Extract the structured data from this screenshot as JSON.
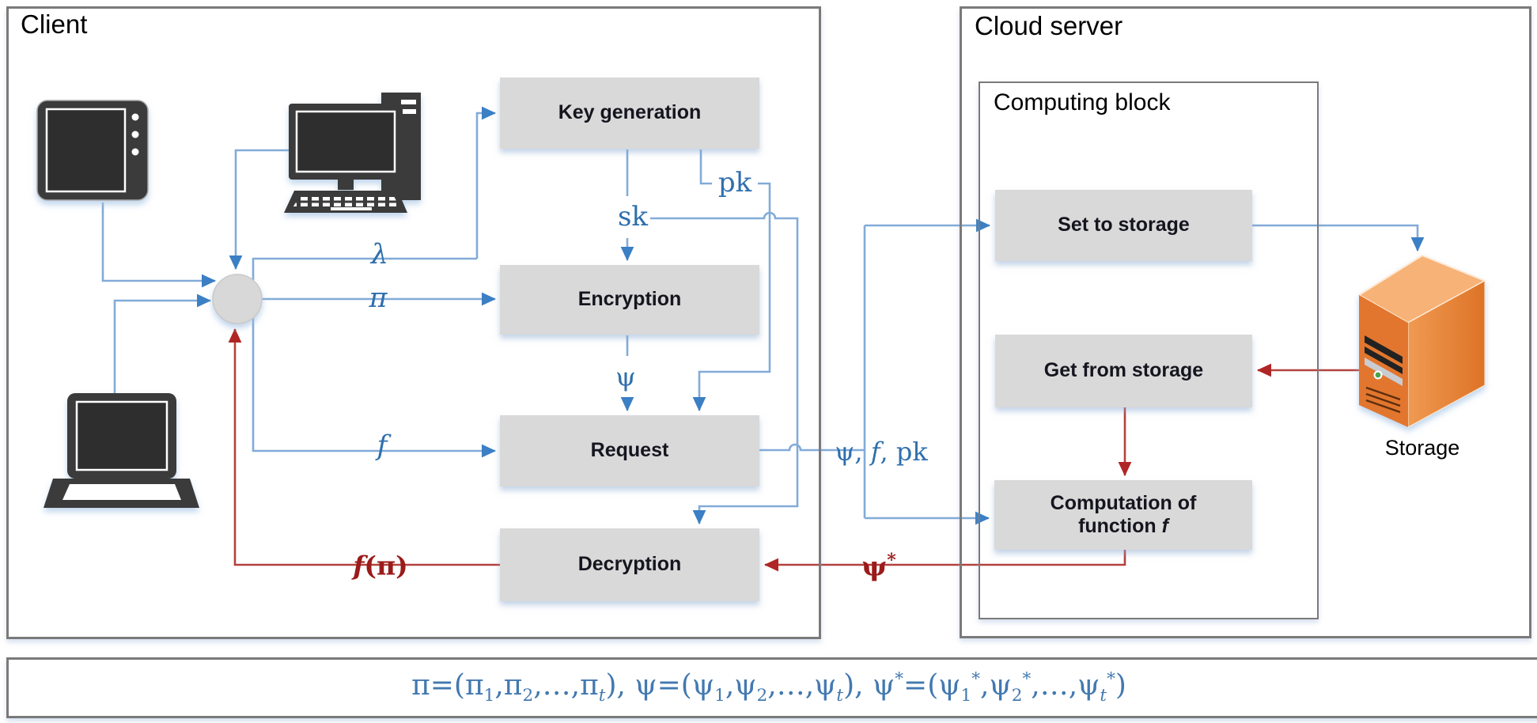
{
  "colors": {
    "line-blue": "#82abd8",
    "arrow-blue": "#3b7fc4",
    "line-red": "#b3423e",
    "arrow-red": "#b02525",
    "label-blue": "#2f6fad",
    "label-red": "#9b1b1b",
    "box-fill": "#d9d9d9",
    "box-text": "#15151f",
    "panel-border": "#7a7a7a",
    "formula-blue": "#4279b0",
    "device-dark": "#3a3a3a",
    "storage-front": "#e2762e",
    "storage-side": "#e89045",
    "storage-top": "#f6b277"
  },
  "client": {
    "title": "Client",
    "nodes": {
      "key_generation": "Key generation",
      "encryption": "Encryption",
      "request": "Request",
      "decryption": "Decryption"
    }
  },
  "cloud": {
    "title": "Cloud server",
    "computing_block": {
      "title": "Computing block",
      "nodes": {
        "set_to_storage": "Set to storage",
        "get_from_storage": "Get from storage",
        "computation_line1": "Computation of",
        "computation_line2_prefix": "function ",
        "computation_line2_f": "f"
      }
    },
    "storage_label": "Storage"
  },
  "edge_labels": {
    "lambda": "λ",
    "pi": "π",
    "f": "f",
    "sk": "sk",
    "pk": "pk",
    "psi": "ψ",
    "bundle": {
      "pre": "ψ, ",
      "f": "f",
      "post": ", pk"
    },
    "psi_star": {
      "base": "ψ",
      "sup": "*"
    },
    "f_pi": {
      "f": "f",
      "rest": "(π)"
    }
  },
  "icons": [
    "tablet-icon",
    "desktop-computer-icon",
    "laptop-icon",
    "storage-server-icon",
    "junction-node"
  ],
  "formula": {
    "segments": [
      {
        "t": "π=(π"
      },
      {
        "sub": "1"
      },
      {
        "t": ",π"
      },
      {
        "sub": "2"
      },
      {
        "t": ",…,π"
      },
      {
        "subi": "t"
      },
      {
        "t": "), ψ=(ψ"
      },
      {
        "sub": "1"
      },
      {
        "t": ",ψ"
      },
      {
        "sub": "2"
      },
      {
        "t": ",…,ψ"
      },
      {
        "subi": "t"
      },
      {
        "t": "), ψ"
      },
      {
        "sup": "*"
      },
      {
        "t": "=(ψ"
      },
      {
        "sub": "1"
      },
      {
        "sup": "*"
      },
      {
        "t": ",ψ"
      },
      {
        "sub": "2"
      },
      {
        "sup": "*"
      },
      {
        "t": ",…,ψ"
      },
      {
        "subi": "t"
      },
      {
        "sup": "*"
      },
      {
        "t": ")"
      }
    ]
  }
}
